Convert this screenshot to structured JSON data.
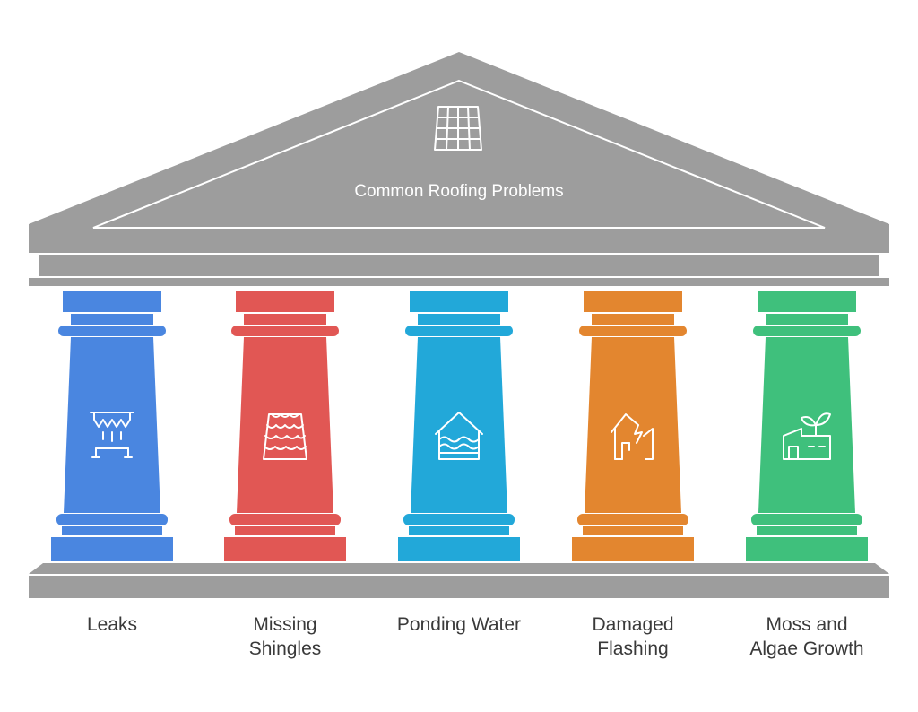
{
  "diagram": {
    "title": "Common Roofing Problems",
    "title_icon": "roof-tiles-icon",
    "colors": {
      "structure": "#9d9d9d",
      "outline": "#ffffff",
      "label_text": "#3a3a3a"
    },
    "pillars": [
      {
        "id": "leaks",
        "label_lines": [
          "Leaks"
        ],
        "color": "#4a86e0",
        "icon": "dripping-roof-icon"
      },
      {
        "id": "missing-shingles",
        "label_lines": [
          "Missing",
          "Shingles"
        ],
        "color": "#e15754",
        "icon": "shingles-icon"
      },
      {
        "id": "ponding-water",
        "label_lines": [
          "Ponding Water"
        ],
        "color": "#22a8d9",
        "icon": "flooded-house-icon"
      },
      {
        "id": "damaged-flashing",
        "label_lines": [
          "Damaged",
          "Flashing"
        ],
        "color": "#e3862f",
        "icon": "broken-house-icon"
      },
      {
        "id": "moss-algae",
        "label_lines": [
          "Moss and",
          "Algae Growth"
        ],
        "color": "#3fc07c",
        "icon": "plant-building-icon"
      }
    ]
  }
}
